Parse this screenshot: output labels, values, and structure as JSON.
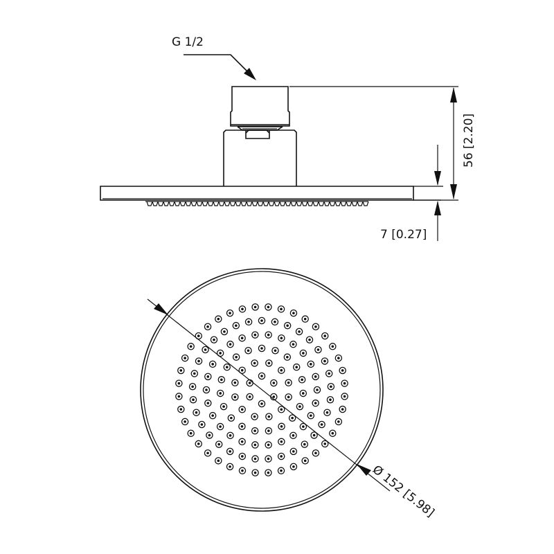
{
  "drawing": {
    "title": "Round shower head technical drawing",
    "line_color": "#111111",
    "background": "#ffffff"
  },
  "side_view": {
    "thread_label": "G 1/2",
    "height_dimension": "56 [2.20]",
    "plate_thickness_dimension": "7 [0.27]"
  },
  "top_view": {
    "diameter_dimension": "Ø 152 [5.98]",
    "diameter_symbol": "Ø",
    "diameter_mm": "152",
    "diameter_in": "5.98",
    "nozzle_rings": [
      {
        "radius": 20,
        "count": 6
      },
      {
        "radius": 40,
        "count": 12
      },
      {
        "radius": 60,
        "count": 19
      },
      {
        "radius": 80,
        "count": 26
      },
      {
        "radius": 100,
        "count": 33
      },
      {
        "radius": 120,
        "count": 40
      }
    ]
  }
}
